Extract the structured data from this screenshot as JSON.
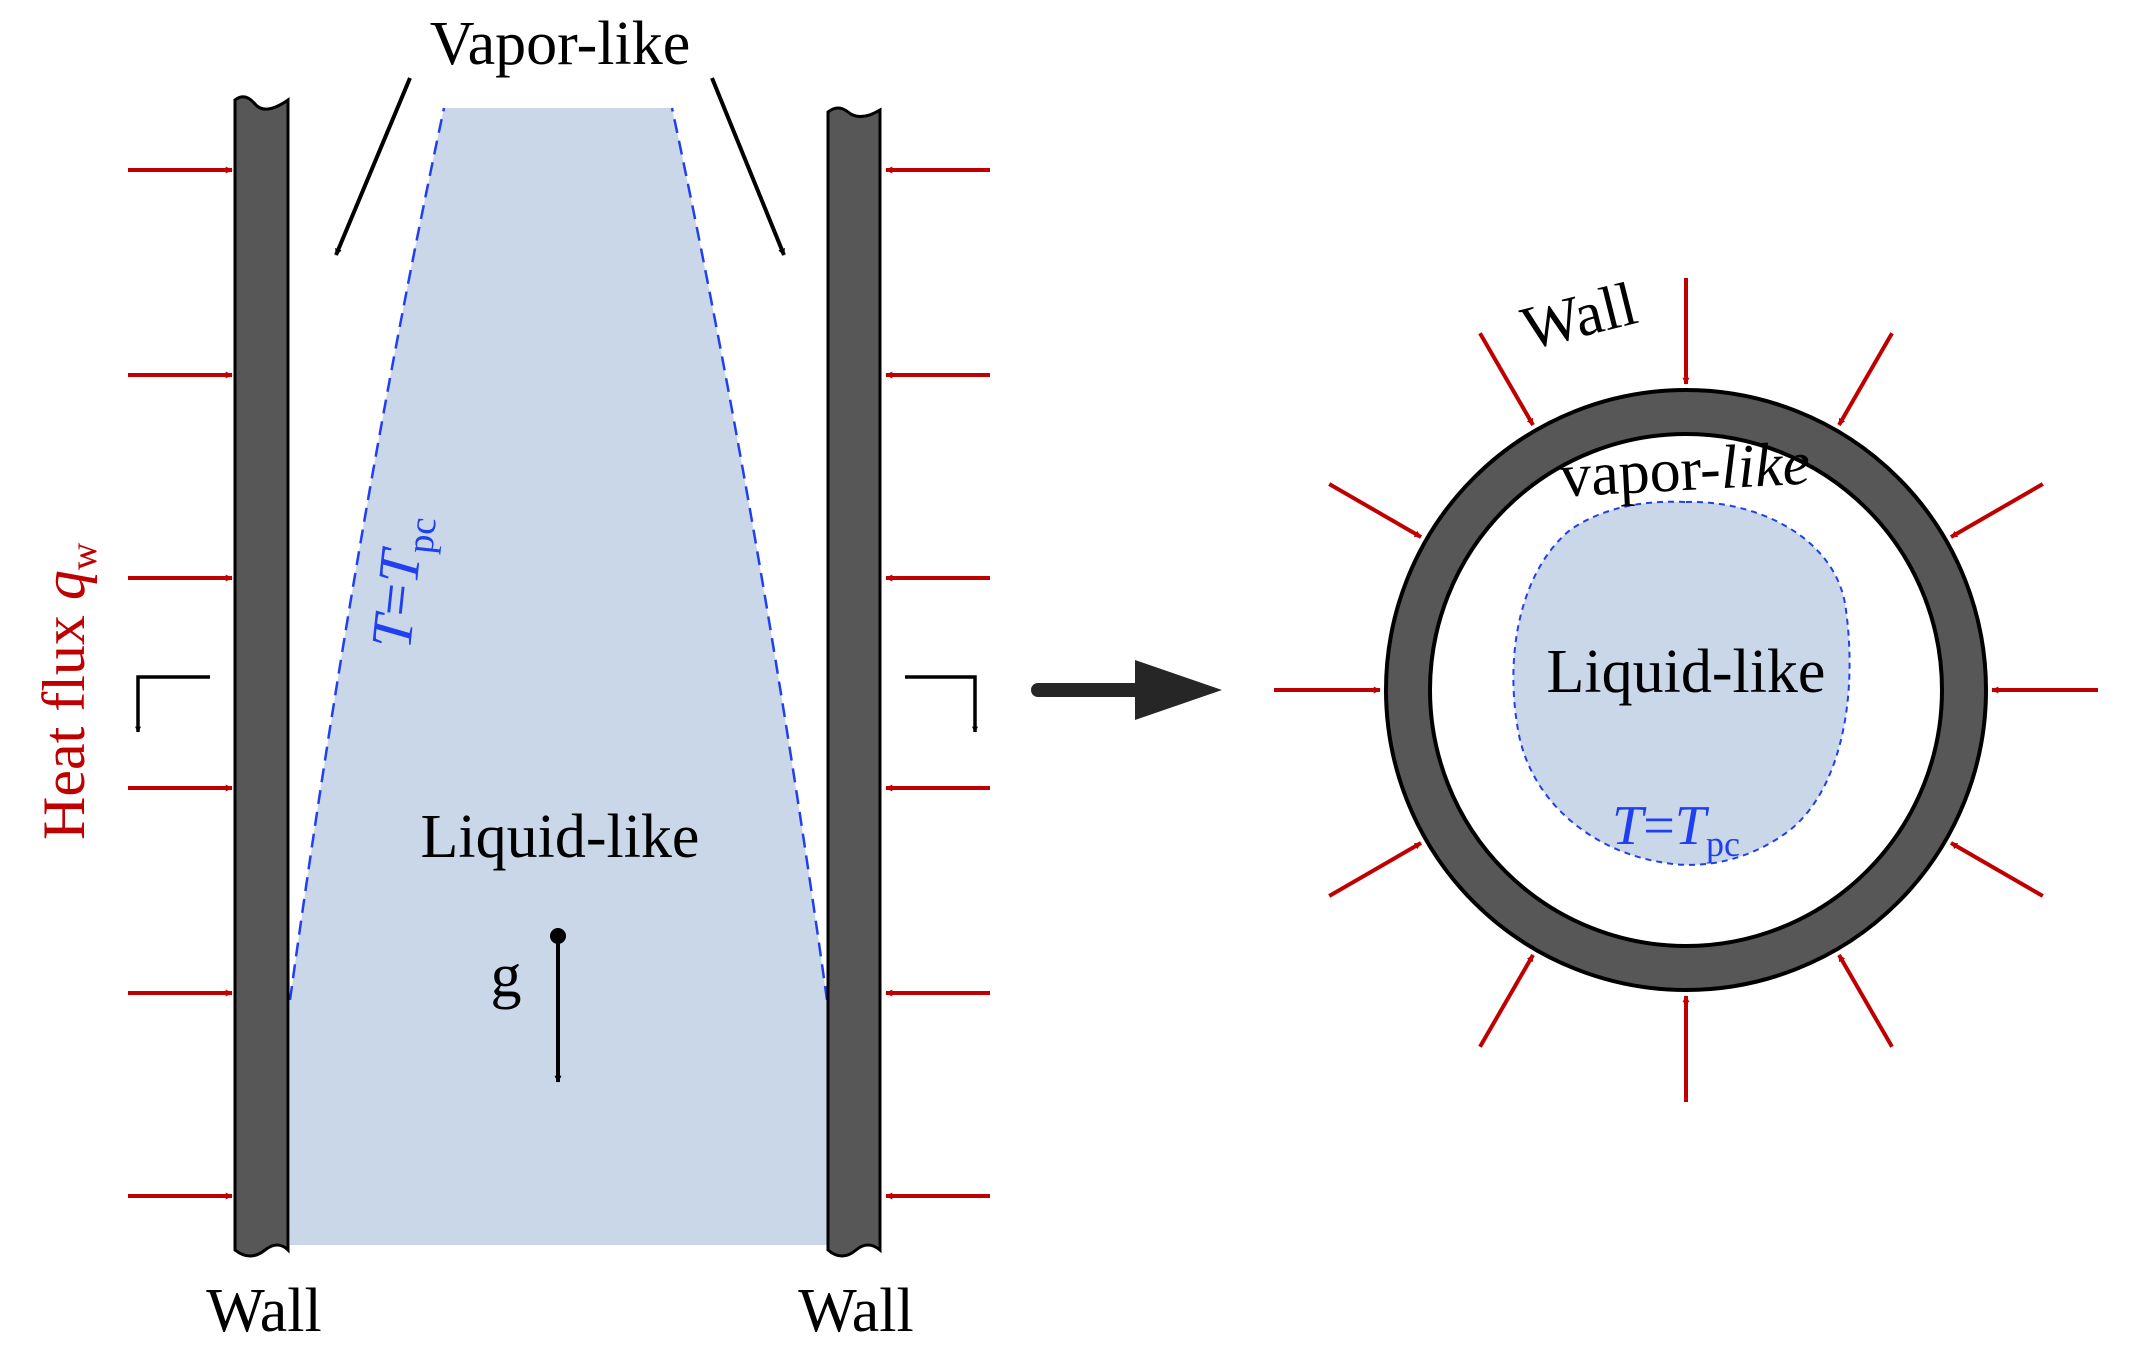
{
  "colors": {
    "wall": "#575757",
    "liquid_fill": "#c9d7e8",
    "heat_arrow": "#c00000",
    "interface_line": "#1f3ff0",
    "text": "#000000",
    "label_blue": "#1f3ff0",
    "label_red": "#c00000"
  },
  "icons": {
    "heat_arrow": "red-arrow-icon",
    "section_arrow": "section-cut-icon",
    "transition_arrow": "thick-right-arrow-icon",
    "gravity_arrow": "gravity-arrow-icon"
  },
  "side_view": {
    "vapor_label": "Vapor-like",
    "liquid_label": "Liquid-like",
    "gravity_label": "g",
    "wall_left_label": "Wall",
    "wall_right_label": "Wall",
    "heat_flux": {
      "prefix": "Heat flux ",
      "symbol": "q",
      "subscript": "w"
    },
    "interface": {
      "symbol": "T",
      "equals": "=",
      "rhs": "T",
      "subscript": "pc"
    }
  },
  "cross_section": {
    "wall_label": "Wall",
    "vapor_label_prefix": "vapor-",
    "vapor_label_italic": "like",
    "liquid_label": "Liquid-like",
    "interface": {
      "symbol": "T",
      "equals": "=",
      "rhs": "T",
      "subscript": "pc"
    }
  }
}
